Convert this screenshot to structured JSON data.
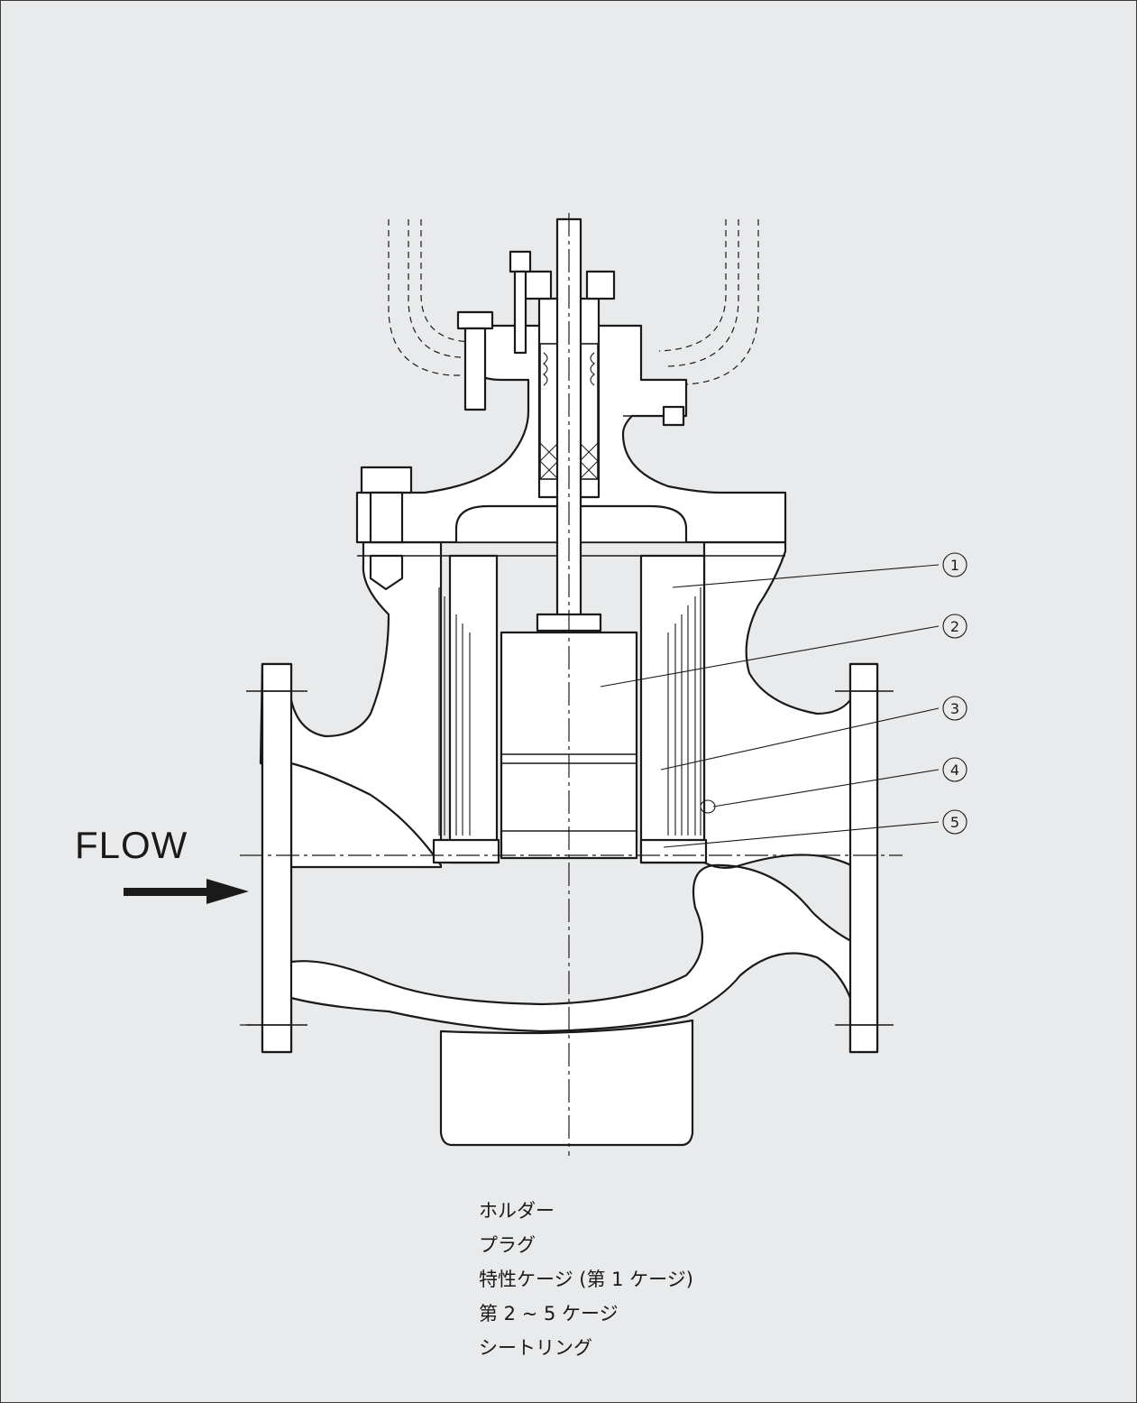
{
  "flow_label": "FLOW",
  "callouts": [
    "1",
    "2",
    "3",
    "4",
    "5"
  ],
  "legend": [
    "ホルダー",
    "プラグ",
    "特性ケージ (第 1 ケージ)",
    "第 2 ~ 5 ケージ",
    "シートリング"
  ]
}
